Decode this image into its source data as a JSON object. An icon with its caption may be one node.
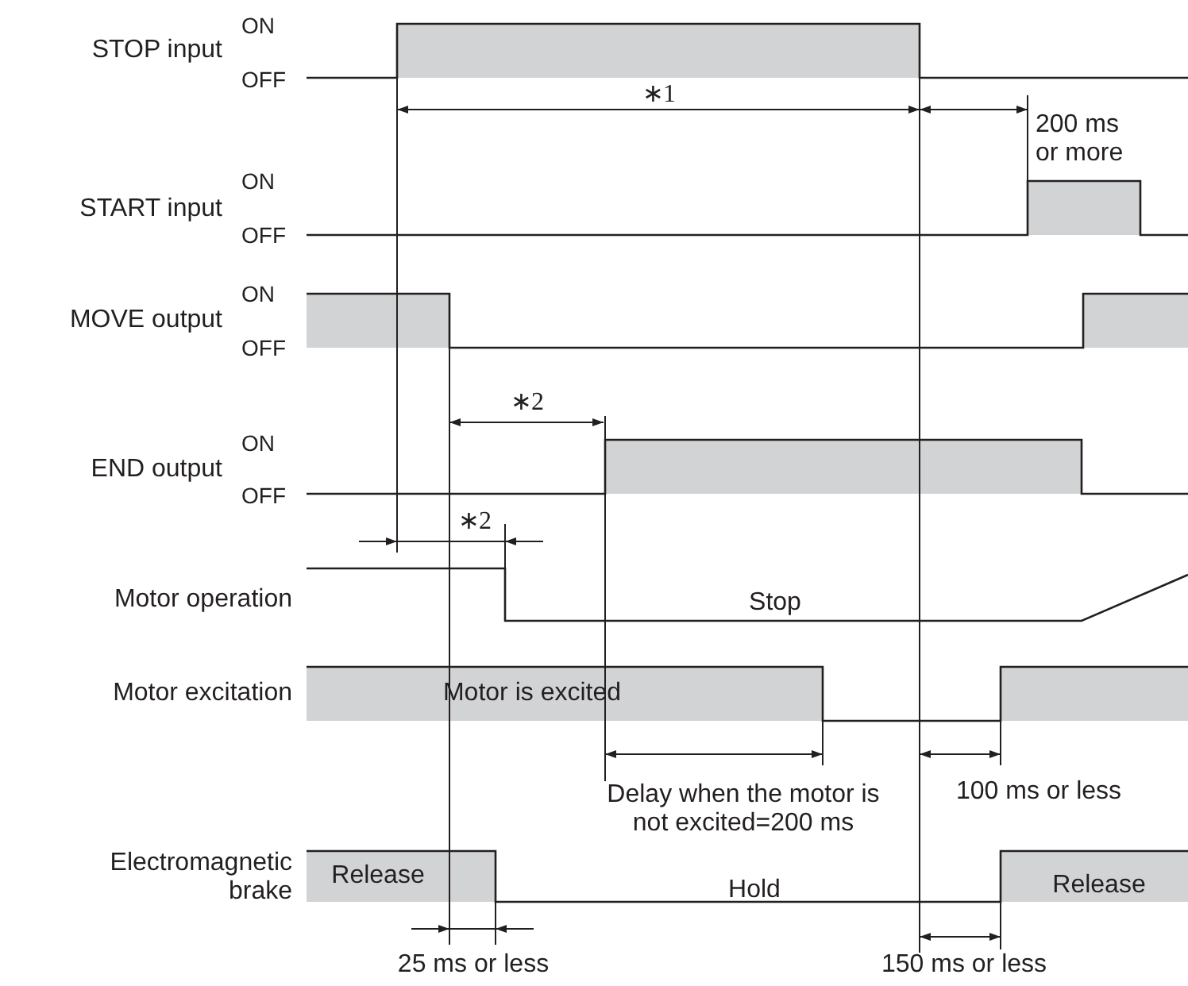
{
  "diagram": {
    "labels": [
      "STOP input",
      "ON",
      "OFF",
      "∗1",
      "200 ms or more",
      "START input",
      "ON",
      "OFF",
      "MOVE output",
      "ON",
      "OFF",
      "∗2",
      "END output",
      "ON",
      "OFF",
      "∗2",
      "Motor operation",
      "Stop",
      "Motor excitation",
      "Motor is excited",
      "Delay when the motor is not excited=200 ms",
      "100 ms or less",
      "Electromagnetic brake",
      "Release",
      "Hold",
      "Release",
      "25 ms or less",
      "150 ms or less"
    ]
  }
}
